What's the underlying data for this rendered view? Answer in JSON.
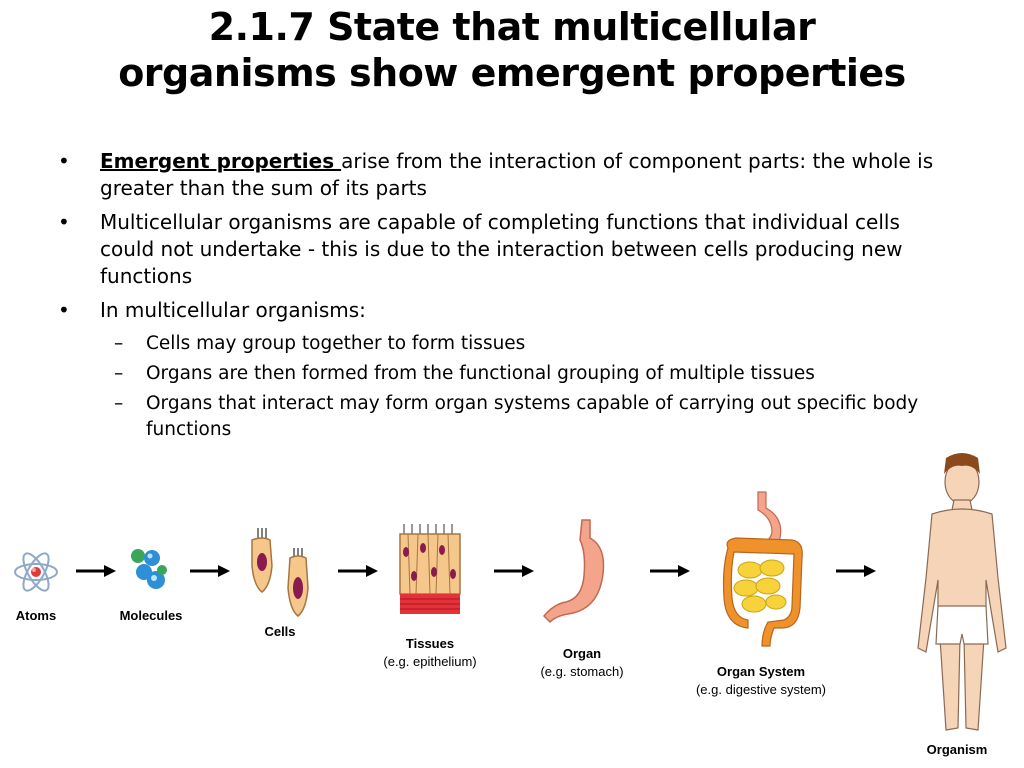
{
  "title_line1": "2.1.7 State that multicellular",
  "title_line2": "organisms show emergent properties",
  "bullet1_term": "Emergent properties ",
  "bullet1_rest": "arise from the interaction of component parts: the whole is greater than the sum of its parts",
  "bullet2": "Multicellular organisms are capable of completing functions that individual cells could not undertake - this is due to the interaction between cells producing new functions",
  "bullet3": "In multicellular organisms:",
  "sub1": "Cells may group together to form tissues",
  "sub2": "Organs are then formed from the functional grouping of multiple tissues",
  "sub3": "Organs that interact may form organ systems capable of carrying out specific body functions",
  "bullet_glyph": "•",
  "dash_glyph": "–",
  "diagram": {
    "atoms": "Atoms",
    "molecules": "Molecules",
    "cells": "Cells",
    "tissues": "Tissues",
    "tissues_eg": "(e.g. epithelium)",
    "organ": "Organ",
    "organ_eg": "(e.g. stomach)",
    "organ_system": "Organ System",
    "organ_system_eg": "(e.g. digestive system)",
    "organism": "Organism"
  },
  "colors": {
    "cell_fill": "#f6c78b",
    "nucleus": "#8a1b4f",
    "organ_pink": "#f3a48a",
    "intestine_yellow": "#f7d23a",
    "intestine_orange": "#f0922c",
    "molecule_blue": "#2d8fd6",
    "molecule_green": "#3aa65a",
    "tissue_red": "#e2323a"
  }
}
